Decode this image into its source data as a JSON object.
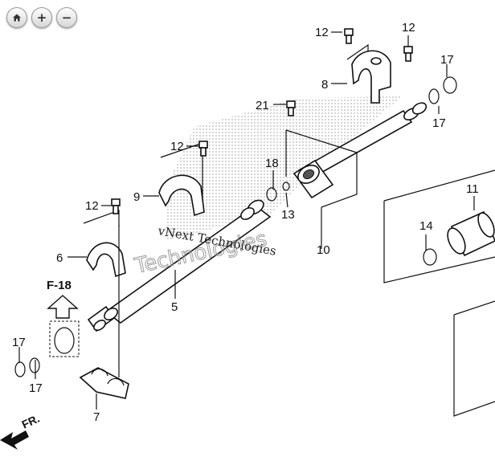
{
  "toolbar": {
    "home_icon": "home-icon",
    "zoom_in_icon": "plus-icon",
    "zoom_out_icon": "minus-icon",
    "zoom_in_glyph": "+",
    "zoom_out_glyph": "−"
  },
  "diagram": {
    "ref_label": "F-18",
    "direction_label": "FR.",
    "watermark_primary": "vNext Technologies",
    "watermark_secondary": "Technologies",
    "callouts": {
      "c5": "5",
      "c6": "6",
      "c7": "7",
      "c8": "8",
      "c9": "9",
      "c10": "10",
      "c11": "11",
      "c12a": "12",
      "c12b": "12",
      "c12c": "12",
      "c12d": "12",
      "c13": "13",
      "c14": "14",
      "c17a": "17",
      "c17b": "17",
      "c17c": "17",
      "c17d": "17",
      "c18": "18",
      "c21": "21"
    }
  }
}
